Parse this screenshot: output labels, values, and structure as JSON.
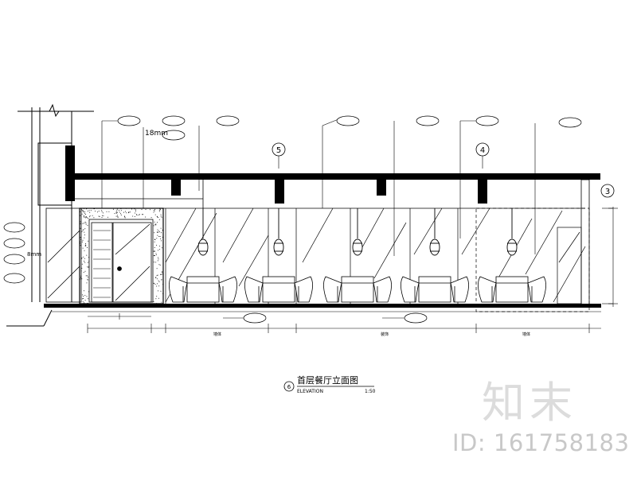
{
  "drawing": {
    "title": "首层餐厅立面图",
    "title_index": "6",
    "subtitle": "ELEVATION",
    "scale": "1:50",
    "grid_markers": [
      "5",
      "4",
      "3"
    ],
    "dimension_annotation": "18mm",
    "dimension_annotation_2": "8mm",
    "bottom_dimension_labels": [
      "墙体",
      "装饰",
      "墙体"
    ]
  },
  "colors": {
    "line": "#000000",
    "watermark": "#cfcfcf",
    "background": "#ffffff"
  },
  "watermark": {
    "logo": "知末",
    "id": "ID: 161758183"
  }
}
